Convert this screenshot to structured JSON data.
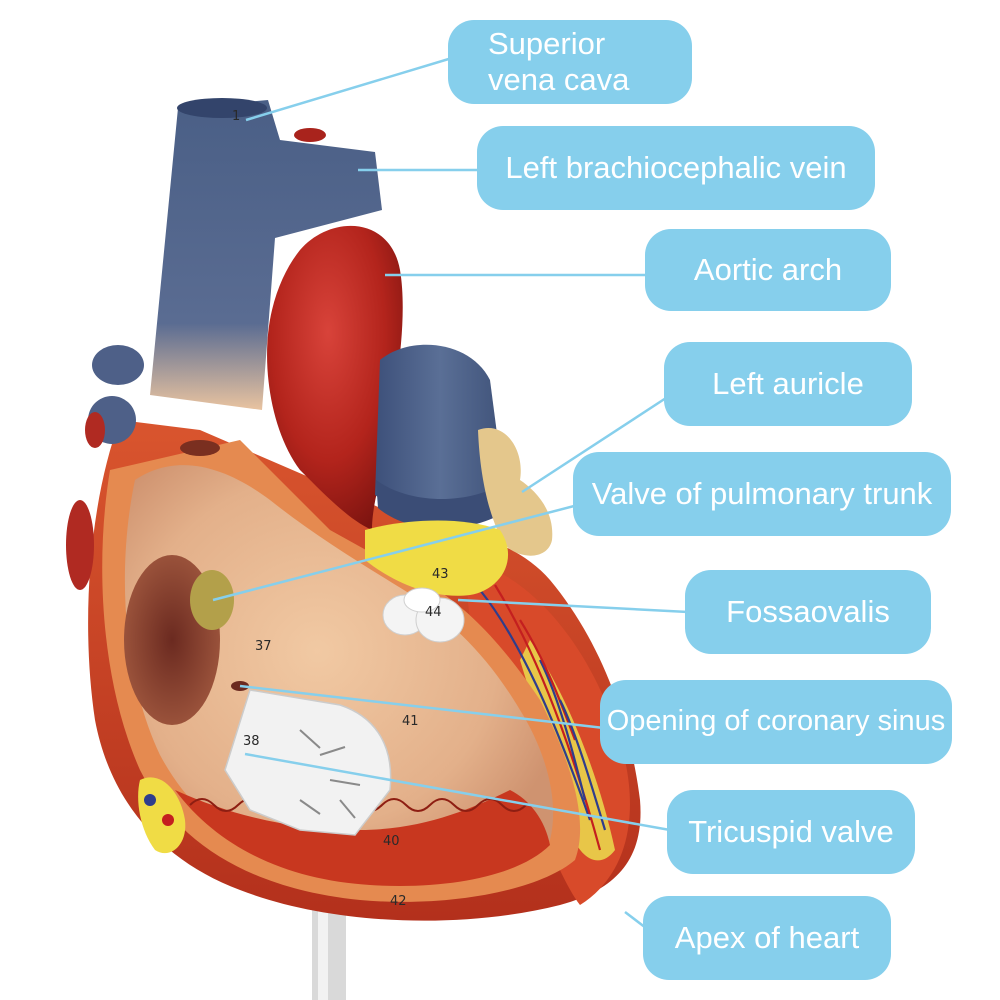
{
  "labels": {
    "superior_vena_cava": "Superior vena cava",
    "left_brachiocephalic_vein": "Left brachiocephalic vein",
    "aortic_arch": "Aortic arch",
    "left_auricle": "Left auricle",
    "valve_of_pulmonary_trunk": "Valve of pulmonary trunk",
    "fossa_ovalis": "Fossaovalis",
    "opening_of_coronary_sinus": "Opening of coronary sinus",
    "tricuspid_valve": "Tricuspid valve",
    "apex_of_heart": "Apex of heart"
  },
  "model_numbers": {
    "n1": "1",
    "n43": "43",
    "n44": "44",
    "n37": "37",
    "n41": "41",
    "n38": "38",
    "n40": "40",
    "n42": "42"
  },
  "colors": {
    "callout_fill": "#86cfec",
    "callout_text": "#ffffff",
    "leader_line": "#86cfec",
    "vein_blue": "#4a5f86",
    "artery_red": "#b5231b",
    "chamber_tan": "#e6b48d",
    "fat_yellow": "#f0dc45"
  }
}
